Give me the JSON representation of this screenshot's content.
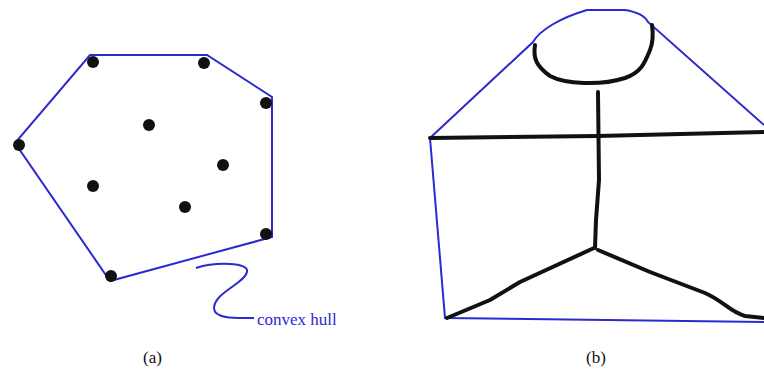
{
  "diagram": {
    "labels": [
      "convex hull",
      "(a)",
      "(b)"
    ]
  }
}
